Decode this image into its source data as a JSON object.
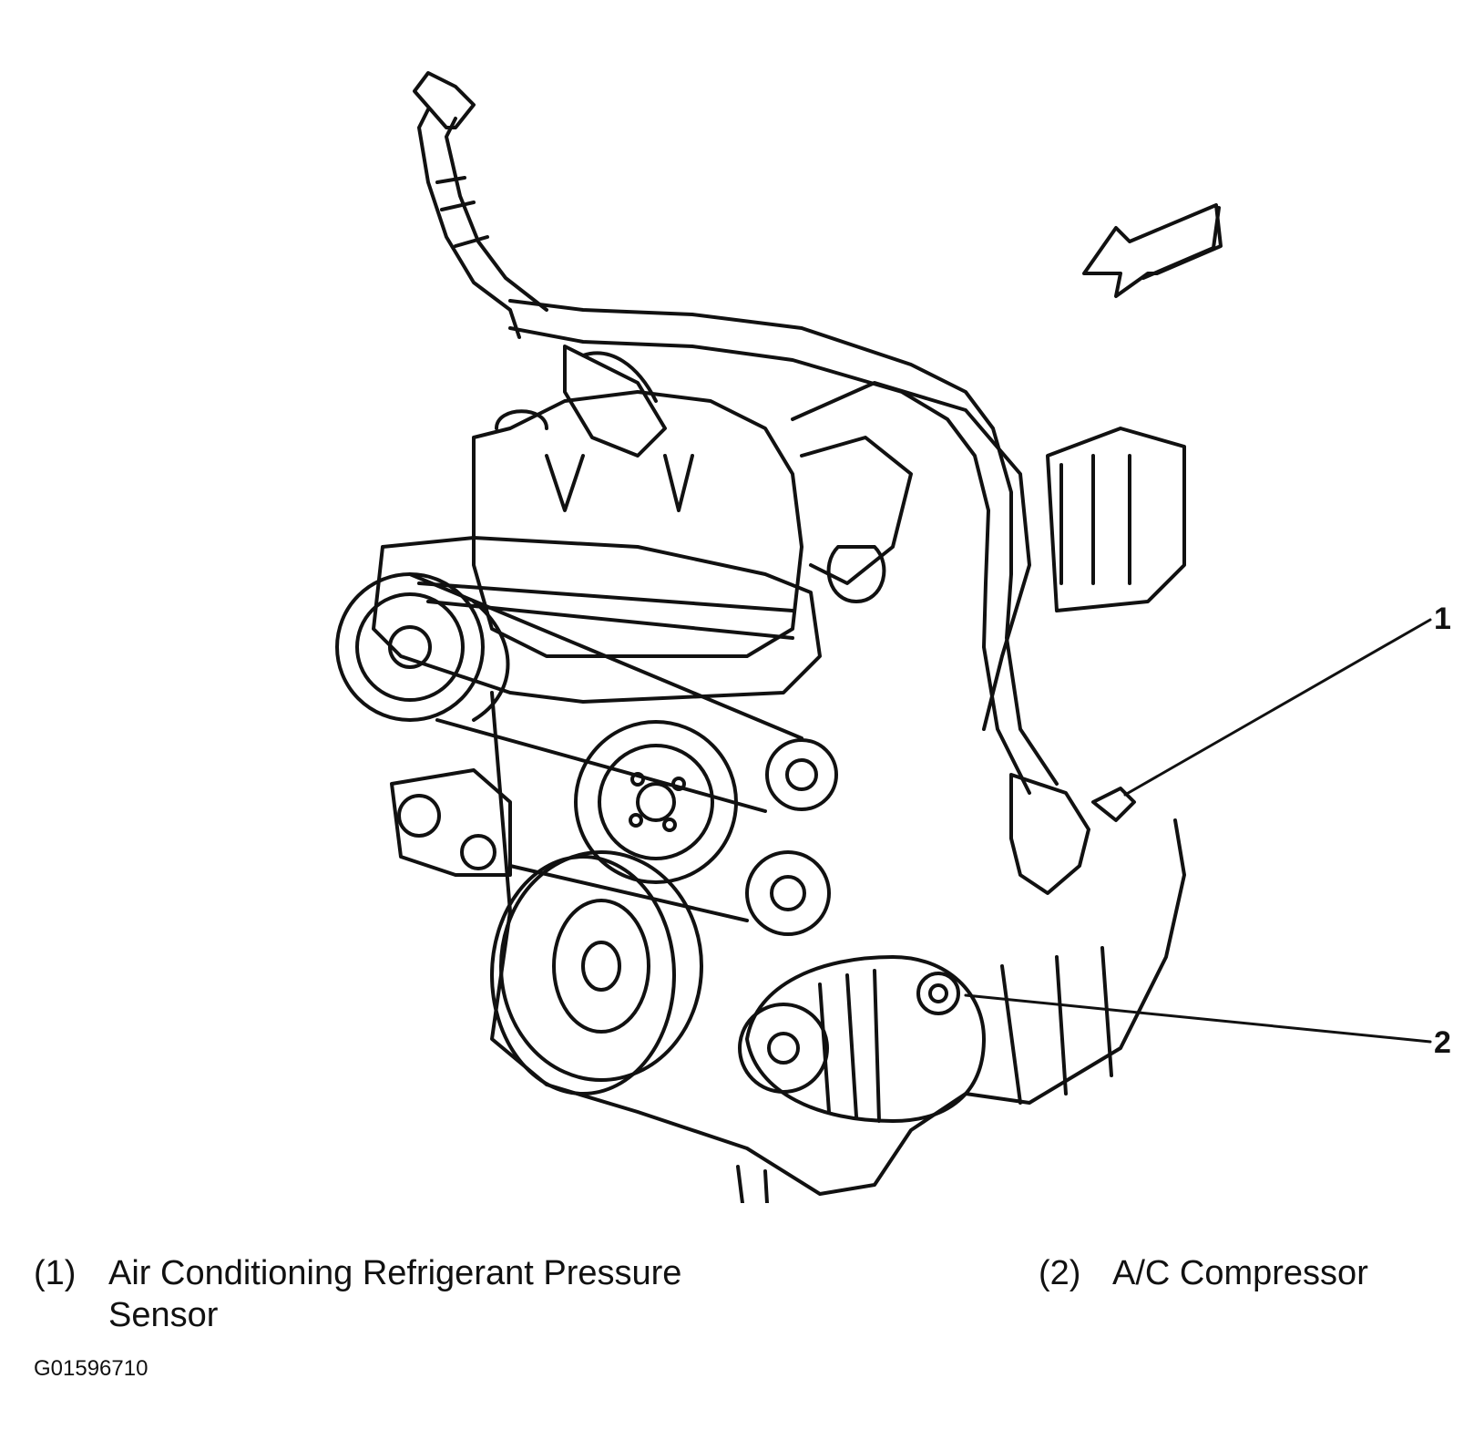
{
  "callouts": [
    {
      "number": "1"
    },
    {
      "number": "2"
    }
  ],
  "legend": [
    {
      "number": "(1)",
      "line1": "Air Conditioning Refrigerant Pressure",
      "line2": "Sensor"
    },
    {
      "number": "(2)",
      "line1": "A/C Compressor"
    }
  ],
  "figure_id": "G01596710",
  "colors": {
    "line": "#111111",
    "background": "#ffffff"
  },
  "icons": [
    "direction-arrow-icon"
  ]
}
